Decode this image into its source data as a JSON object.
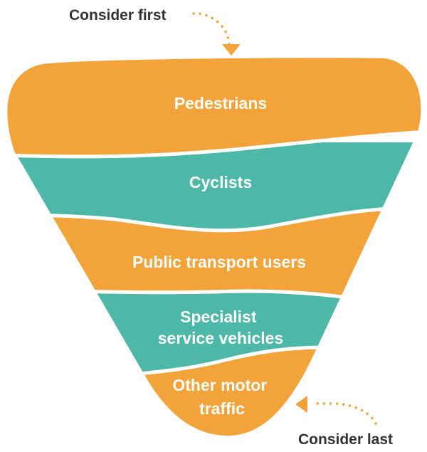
{
  "colors": {
    "orange": "#F2A33A",
    "teal": "#4DB8A8",
    "separator": "#ffffff",
    "note_text": "#333333"
  },
  "layers": [
    {
      "lines": [
        "Pedestrians"
      ],
      "color": "orange"
    },
    {
      "lines": [
        "Cyclists"
      ],
      "color": "teal"
    },
    {
      "lines": [
        "Public transport users"
      ],
      "color": "orange"
    },
    {
      "lines": [
        "Specialist",
        "service vehicles"
      ],
      "color": "teal"
    },
    {
      "lines": [
        "Other motor",
        "traffic"
      ],
      "color": "orange"
    }
  ],
  "annotations": {
    "top": "Consider first",
    "bottom": "Consider last"
  }
}
